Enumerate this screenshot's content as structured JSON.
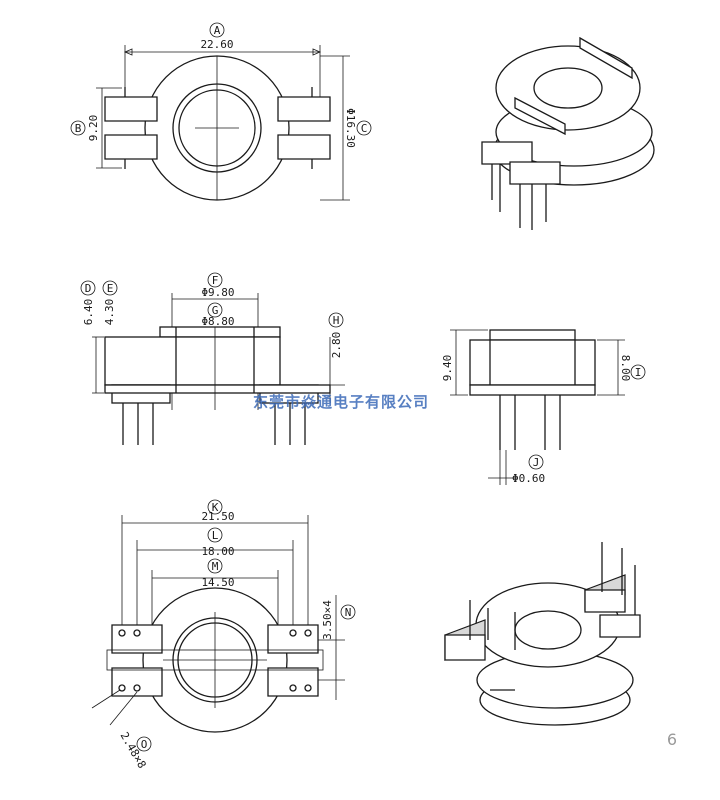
{
  "drawing": {
    "markers": [
      "A",
      "B",
      "C",
      "D",
      "E",
      "F",
      "G",
      "H",
      "I",
      "J",
      "K",
      "L",
      "M",
      "N",
      "O"
    ],
    "dims": {
      "A": "22.60",
      "B": "9.20",
      "C": "Φ16.30",
      "D": "6.40",
      "E": "4.30",
      "F": "Φ9.80",
      "G": "Φ8.80",
      "H": "2.80",
      "I": "8.00",
      "side_h": "9.40",
      "J": "Φ0.60",
      "K": "21.50",
      "L": "18.00",
      "M": "14.50",
      "N": "3.50×4",
      "O": "2.48×8"
    },
    "watermark": "东莞市焱通电子有限公司",
    "page_number": "6"
  }
}
